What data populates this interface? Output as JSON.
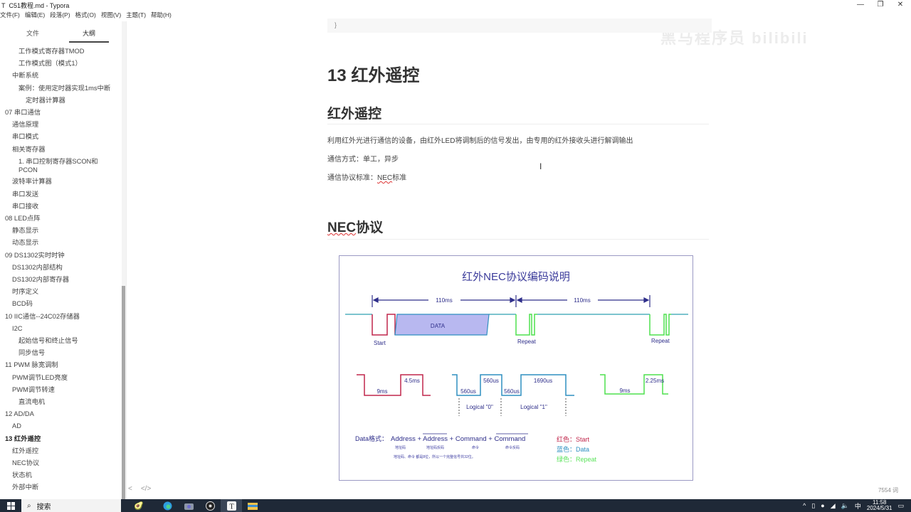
{
  "window": {
    "app_icon": "T",
    "title": "C51教程.md - Typora",
    "minimize": "—",
    "restore": "❐",
    "close": "✕"
  },
  "menu": [
    "文件(F)",
    "编辑(E)",
    "段落(P)",
    "格式(O)",
    "视图(V)",
    "主题(T)",
    "帮助(H)"
  ],
  "sidebar": {
    "tabs": [
      {
        "label": "文件",
        "active": false
      },
      {
        "label": "大纲",
        "active": true
      }
    ],
    "outline": [
      {
        "label": "工作模式寄存器TMOD",
        "level": 3
      },
      {
        "label": "工作模式图（模式1）",
        "level": 3
      },
      {
        "label": "中断系统",
        "level": 2
      },
      {
        "label": "案例：使用定时器实现1ms中断",
        "level": 3
      },
      {
        "label": "定时器计算器",
        "level": 4
      },
      {
        "label": "07 串口通信",
        "level": 1
      },
      {
        "label": "通信原理",
        "level": 2
      },
      {
        "label": "串口模式",
        "level": 2
      },
      {
        "label": "相关寄存器",
        "level": 2
      },
      {
        "label": "1. 串口控制寄存器SCON和",
        "level": 3
      },
      {
        "label": "PCON",
        "level": 3
      },
      {
        "label": "波特率计算器",
        "level": 2
      },
      {
        "label": "串口发送",
        "level": 2
      },
      {
        "label": "串口接收",
        "level": 2
      },
      {
        "label": "08 LED点阵",
        "level": 1
      },
      {
        "label": "静态显示",
        "level": 2
      },
      {
        "label": "动态显示",
        "level": 2
      },
      {
        "label": "09 DS1302实时时钟",
        "level": 1
      },
      {
        "label": "DS1302内部结构",
        "level": 2
      },
      {
        "label": "DS1302内部寄存器",
        "level": 2
      },
      {
        "label": "时序定义",
        "level": 2
      },
      {
        "label": "BCD码",
        "level": 2
      },
      {
        "label": "10 IIC通信--24C02存储器",
        "level": 1
      },
      {
        "label": "I2C",
        "level": 2
      },
      {
        "label": "起始信号和终止信号",
        "level": 3
      },
      {
        "label": "同步信号",
        "level": 3
      },
      {
        "label": "11 PWM 脉宽调制",
        "level": 1
      },
      {
        "label": "PWM调节LED亮度",
        "level": 2
      },
      {
        "label": "PWM调节转速",
        "level": 2
      },
      {
        "label": "直流电机",
        "level": 3
      },
      {
        "label": "12 AD/DA",
        "level": 1
      },
      {
        "label": "AD",
        "level": 2
      },
      {
        "label": "13 红外遥控",
        "level": 1,
        "active": true
      },
      {
        "label": "红外遥控",
        "level": 2
      },
      {
        "label": "NEC协议",
        "level": 2
      },
      {
        "label": "状态机",
        "level": 2
      },
      {
        "label": "外部中断",
        "level": 2
      }
    ],
    "footer": {
      "back": "<",
      "source": "</>"
    }
  },
  "document": {
    "code_tail": "}",
    "h1": "13 红外遥控",
    "h2_ir": "红外遥控",
    "p1": "利用红外光进行通信的设备，由红外LED将调制后的信号发出，由专用的红外接收头进行解调输出",
    "p2": "通信方式：单工，异步",
    "p3_prefix": "通信协议标准：",
    "p3_spell": "NEC",
    "p3_suffix": "标准",
    "h2_nec_spell": "NEC",
    "h2_nec_suffix": "协议",
    "watermark": "黑马程序员 bilibili",
    "cursor": "I",
    "word_count": "7554 词"
  },
  "figure": {
    "title": "红外NEC协议编码说明",
    "span1": "110ms",
    "span2": "110ms",
    "data_label": "DATA",
    "start_label": "Start",
    "repeat_label": "Repeat",
    "start_low": "9ms",
    "start_high": "4.5ms",
    "bit_low": "560us",
    "bit0_high": "560us",
    "bit1_low": "560us",
    "bit1_high": "1690us",
    "logical0": "Logical \"0\"",
    "logical1": "Logical \"1\"",
    "repeat_low": "9ms",
    "repeat_high": "2.25ms",
    "data_format_label": "Data格式：",
    "data_format": "Address + Address + Command + Command",
    "fields": [
      "Address",
      "Address",
      "Command",
      "Command"
    ],
    "field_notes": [
      "地址码",
      "地址码反码",
      "命令",
      "命令反码"
    ],
    "format_note": "地址码、命令 都是8位，所以一个完整信号共32位。",
    "legend": [
      {
        "label": "红色：Start",
        "color": "#c0264b"
      },
      {
        "label": "蓝色：Data",
        "color": "#2f8fc0"
      },
      {
        "label": "绿色：Repeat",
        "color": "#5be35b"
      }
    ],
    "colors": {
      "start": "#c0264b",
      "data": "#2f8fc0",
      "repeat": "#4ee04e",
      "data_fill": "#b8b8f0",
      "arrow": "#2e2e8a"
    }
  },
  "taskbar": {
    "search_label": "搜索",
    "time": "11:58",
    "date": "2024/5/31",
    "ime": "中"
  }
}
